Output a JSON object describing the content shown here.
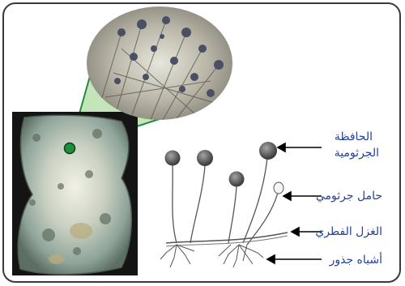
{
  "figure": {
    "labels": {
      "sporangium_line1": "الحافظة",
      "sporangium_line2": "الجرثومية",
      "sporangiophore": "حامل جرثومي",
      "hypha": "الغزل الفطري",
      "rhizoids": "أشباه جذور"
    },
    "colors": {
      "label_text": "#23429a",
      "zoom_wedge": "#b9e0ad",
      "zoom_dot": "#1f8f3a",
      "frame": "#3a3a3a",
      "bread_mold": "#8fa49a",
      "sporangium": "#6c6c6c"
    },
    "icons": [
      "sporangium-drawing",
      "bread-mold-photo",
      "magnified-mold-photo"
    ]
  }
}
